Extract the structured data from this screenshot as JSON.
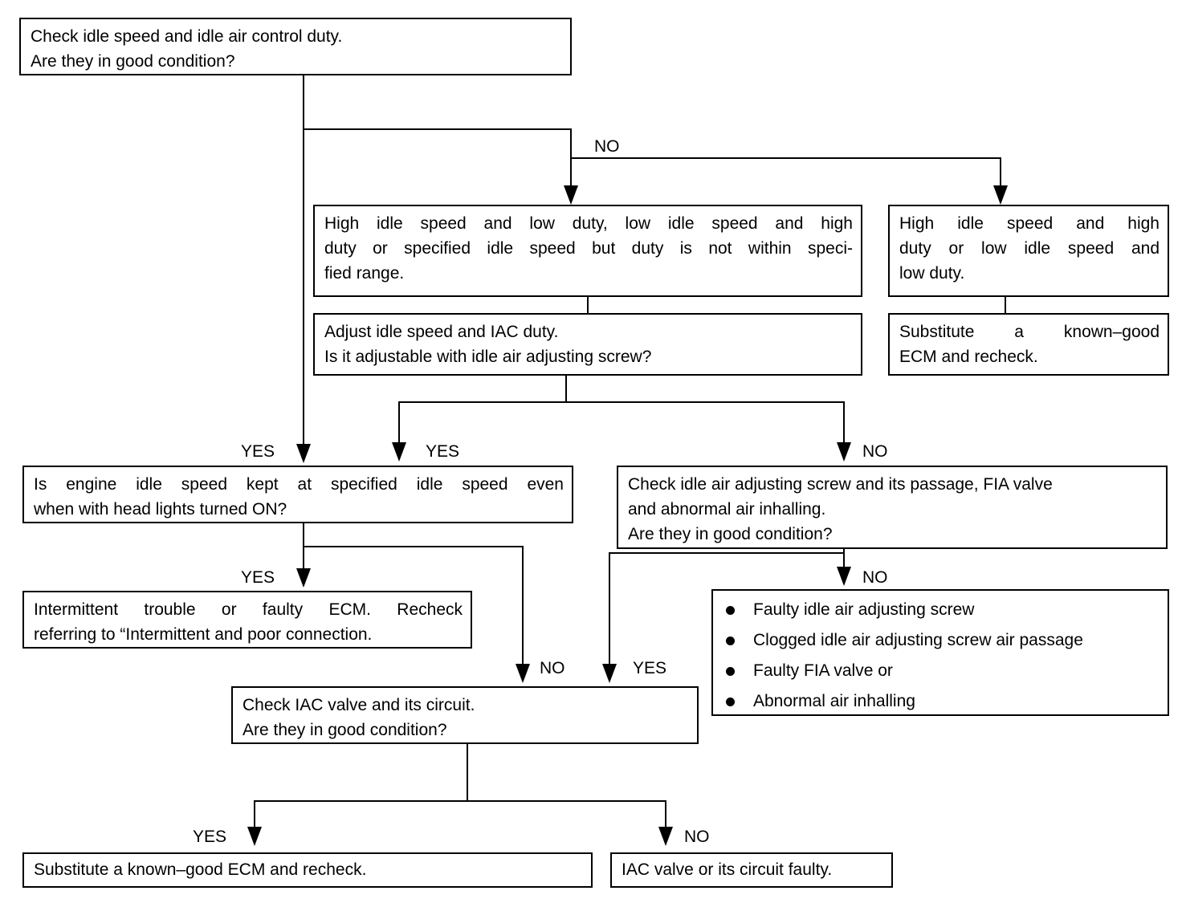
{
  "diagram": {
    "type": "flowchart",
    "title": "Idle speed / idle air control duty diagnostic flow",
    "nodes": {
      "start_check": {
        "lines": [
          "Check idle speed and idle air control duty.",
          "Are they in good condition?"
        ]
      },
      "mismatch_duty": {
        "lines": [
          "High idle speed and low duty, low idle speed and high",
          "duty or specified idle speed but duty is not within speci-",
          "fied range."
        ]
      },
      "high_high_low_low": {
        "lines": [
          "High idle speed and high",
          "duty or low idle speed and",
          "low duty."
        ]
      },
      "substitute_ecm_right": {
        "lines": [
          "Substitute a known–good",
          "ECM and recheck."
        ]
      },
      "adjust_idle": {
        "lines": [
          "Adjust idle speed and IAC duty.",
          "Is it adjustable with idle air adjusting screw?"
        ]
      },
      "headlights_check": {
        "lines": [
          "Is engine idle speed kept at specified idle speed even",
          "when with head lights turned ON?"
        ]
      },
      "check_screw_passage": {
        "lines": [
          "Check idle air adjusting screw and its passage, FIA valve",
          "and abnormal air inhalling.",
          "Are they in good condition?"
        ]
      },
      "intermittent_trouble": {
        "lines": [
          "Intermittent trouble or faulty ECM.  Recheck",
          "referring to “Intermittent and poor connection."
        ]
      },
      "faults_list": {
        "items": [
          "Faulty idle air adjusting screw",
          "Clogged idle air adjusting screw air passage",
          "Faulty FIA valve or",
          "Abnormal air inhalling"
        ]
      },
      "check_iac_valve": {
        "lines": [
          "Check  IAC  valve  and  its  circuit.",
          "Are they in good condition?"
        ]
      },
      "substitute_ecm_bottom": {
        "lines": [
          "Substitute a known–good ECM and recheck."
        ]
      },
      "iac_faulty": {
        "lines": [
          "IAC valve or its circuit faulty."
        ]
      }
    },
    "edge_labels": {
      "start_no": "NO",
      "adjust_yes": "YES",
      "start_yes": "YES",
      "screw_no": "NO",
      "headlights_yes": "YES",
      "headlights_no": "NO",
      "screw_yes": "YES",
      "screw_fault_no": "NO",
      "iac_yes": "YES",
      "iac_no": "NO"
    },
    "colors": {
      "line": "#000000",
      "box_border": "#000000",
      "background": "#ffffff",
      "text": "#000000"
    }
  }
}
